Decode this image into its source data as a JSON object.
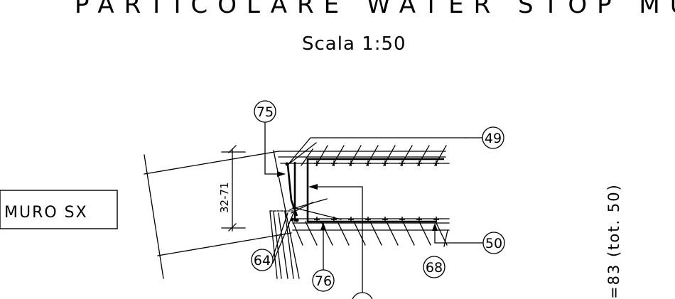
{
  "drawing": {
    "title": "PARTICOLARE WATER STOP MURO",
    "scale": "Scala 1:50",
    "section_label": "MURO SX",
    "dimension": "32-71",
    "side_note": "=83 (tot. 50)"
  },
  "markers": [
    "75",
    "49",
    "50",
    "64",
    "68",
    "76"
  ]
}
